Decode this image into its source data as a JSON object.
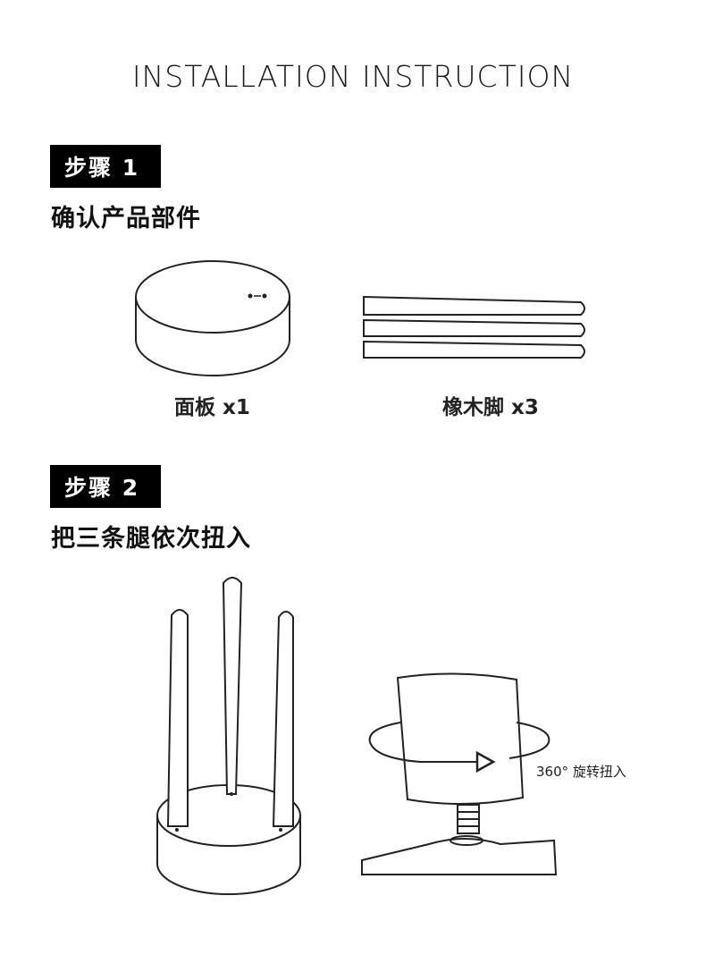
{
  "title": "INSTALLATION INSTRUCTION",
  "steps": [
    {
      "badge": "步骤 1",
      "description": "确认产品部件"
    },
    {
      "badge": "步骤 2",
      "description": "把三条腿依次扭入"
    }
  ],
  "parts": [
    {
      "label": "面板 x1",
      "icon": "round-panel-icon"
    },
    {
      "label": "橡木脚 x3",
      "icon": "oak-legs-icon"
    }
  ],
  "rotation_label": "360° 旋转扭入"
}
